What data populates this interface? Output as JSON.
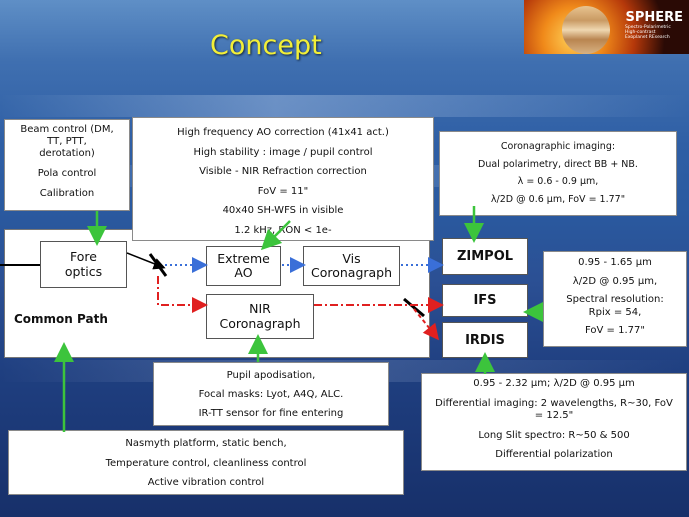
{
  "slide": {
    "title": "Concept",
    "logo": {
      "name": "SPHERE",
      "subtitle": [
        "Spectro-Polarimetric",
        "High-contrast",
        "Exoplanet REsearch"
      ]
    }
  },
  "notes": {
    "beam_control": [
      "Beam control (DM,",
      "TT, PTT,",
      "derotation)",
      "Pola control",
      "Calibration"
    ],
    "ao": [
      "High frequency AO correction (41x41 act.)",
      "High stability : image / pupil control",
      "Visible - NIR Refraction correction",
      "FoV = 11\"",
      "40x40 SH-WFS in visible",
      "1.2 kHz, RON < 1e-"
    ],
    "coronagraphic": [
      "Coronagraphic imaging:",
      "Dual polarimetry, direct BB + NB.",
      "λ = 0.6 - 0.9 µm,",
      "λ/2D @ 0.6 µm,  FoV = 1.77\""
    ],
    "ifs": [
      "0.95 - 1.65 µm",
      "λ/2D @ 0.95 µm,",
      "Spectral resolution:",
      "Rpix = 54,",
      "FoV = 1.77\""
    ],
    "pupil": [
      "Pupil apodisation,",
      "Focal masks: Lyot, A4Q, ALC.",
      "IR-TT sensor for fine entering"
    ],
    "irdis": [
      "0.95 - 2.32 µm; λ/2D @ 0.95 µm",
      "Differential imaging: 2 wavelengths, R~30, FoV",
      "= 12.5\"",
      "Long Slit spectro: R~50 & 500",
      "Differential polarization"
    ],
    "nasmyth": [
      "Nasmyth platform, static bench,",
      "Temperature control, cleanliness control",
      "Active vibration control"
    ]
  },
  "blocks": {
    "common_path": "Common Path",
    "fore_optics": [
      "Fore",
      "optics"
    ],
    "extreme_ao": [
      "Extreme",
      "AO"
    ],
    "vis_coronagraph": [
      "Vis",
      "Coronagraph"
    ],
    "nir_coronagraph": [
      "NIR",
      "Coronagraph"
    ]
  },
  "instruments": {
    "zimpol": "ZIMPOL",
    "ifs": "IFS",
    "irdis": "IRDIS"
  },
  "colors": {
    "title": "#f2ef38",
    "arrow_green": "#3cc43c",
    "vis_path": "#3a6fd8",
    "nir_path": "#e02020"
  }
}
